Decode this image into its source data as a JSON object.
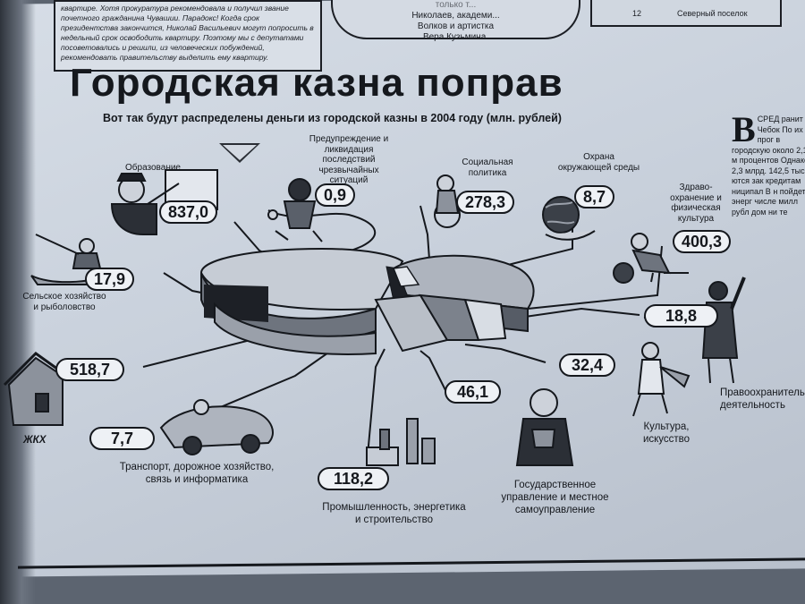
{
  "top": {
    "left_column_text": "квартире. Хотя прокуратура рекомендовала и получил звание почетного гражданина Чувашии. Парадокс! Когда срок президентства закончится, Николай Васильевич могут попросить в недельный срок освободить квартиру. Поэтому мы с депутатами посоветовались и решили, из человеческих побуждений, рекомендовать правительству выделить ему квартиру.",
    "middle_column_lines": [
      "только т...",
      "Николаев, академи...",
      "Волков и артистка",
      "Вера Кузьмина."
    ],
    "right_column_number": "12",
    "right_column_text": "Северный поселок"
  },
  "headline": "Городская казна поправ",
  "subtitle": "Вот так будут распределены деньги из городской казны в 2004 году (млн. рублей)",
  "categories": [
    {
      "id": "education",
      "label": "Образование",
      "value": "837,0"
    },
    {
      "id": "emergency",
      "label": "Предупреждение и ликвидация последствий чрезвычайных ситуаций",
      "value": "0,9"
    },
    {
      "id": "social",
      "label": "Социальная политика",
      "value": "278,3"
    },
    {
      "id": "environment",
      "label": "Охрана окружающей среды",
      "value": "8,7"
    },
    {
      "id": "health",
      "label": "Здраво-охранение и физическая культура",
      "value": "400,3"
    },
    {
      "id": "agriculture",
      "label": "Сельское хозяйство и рыболовство",
      "value": "17,9"
    },
    {
      "id": "housing",
      "label": "ЖКХ",
      "value": "518,7"
    },
    {
      "id": "transport",
      "label": "Транспорт, дорожное хозяйство, связь и информатика",
      "value": "7,7"
    },
    {
      "id": "industry",
      "label": "Промышленность, энергетика и строительство",
      "value": "118,2"
    },
    {
      "id": "government",
      "label": "Государственное управление и местное самоуправление",
      "value": "46,1"
    },
    {
      "id": "culture",
      "label": "Культура, искусство",
      "value": "32,4"
    },
    {
      "id": "law",
      "label": "Правоохранительная деятельность",
      "value": "18,8"
    }
  ],
  "sidebar": {
    "dropcap": "В",
    "text": "СРЕД ранит Чебок По их прог в городскую около 2,1 м процентов Однако 2,3 млрд. 142,5 тыс ются зак кредитам ниципал В н пойдет энерг числе милл рубл дом ни те"
  },
  "colors": {
    "ink": "#15181d",
    "paper": "#d3d9e2",
    "pill": "#eef1f5"
  }
}
